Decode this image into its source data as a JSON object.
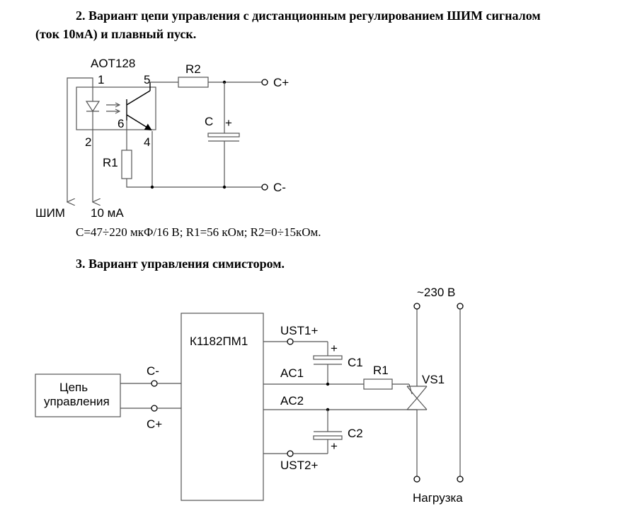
{
  "section2": {
    "heading_line1": "2. Вариант цепи управления с дистанционным регулированием ШИМ сигналом",
    "heading_line2": "(ток 10мА) и плавный пуск.",
    "optocoupler": "AOT128",
    "pin1": "1",
    "pin2": "2",
    "pin4": "4",
    "pin5": "5",
    "pin6": "6",
    "r1": "R1",
    "r2": "R2",
    "c": "C",
    "c_plus": "+",
    "c_pos_terminal": "С+",
    "c_neg_terminal": "С-",
    "pwm_label": "ШИМ",
    "current_label": "10 мА",
    "components_note": "С=47÷220 мкФ/16 В; R1=56 кОм; R2=0÷15кОм."
  },
  "section3": {
    "heading": "3. Вариант управления симистором.",
    "control_block_line1": "Цепь",
    "control_block_line2": "управления",
    "ic_label": "К1182ПМ1",
    "c_minus": "C-",
    "c_plus": "C+",
    "ust1": "UST1+",
    "ust2": "UST2+",
    "ac1": "AC1",
    "ac2": "AC2",
    "c1": "C1",
    "c2": "C2",
    "r1": "R1",
    "vs1": "VS1",
    "plus": "+",
    "supply": "~230 В",
    "load": "Нагрузка"
  }
}
